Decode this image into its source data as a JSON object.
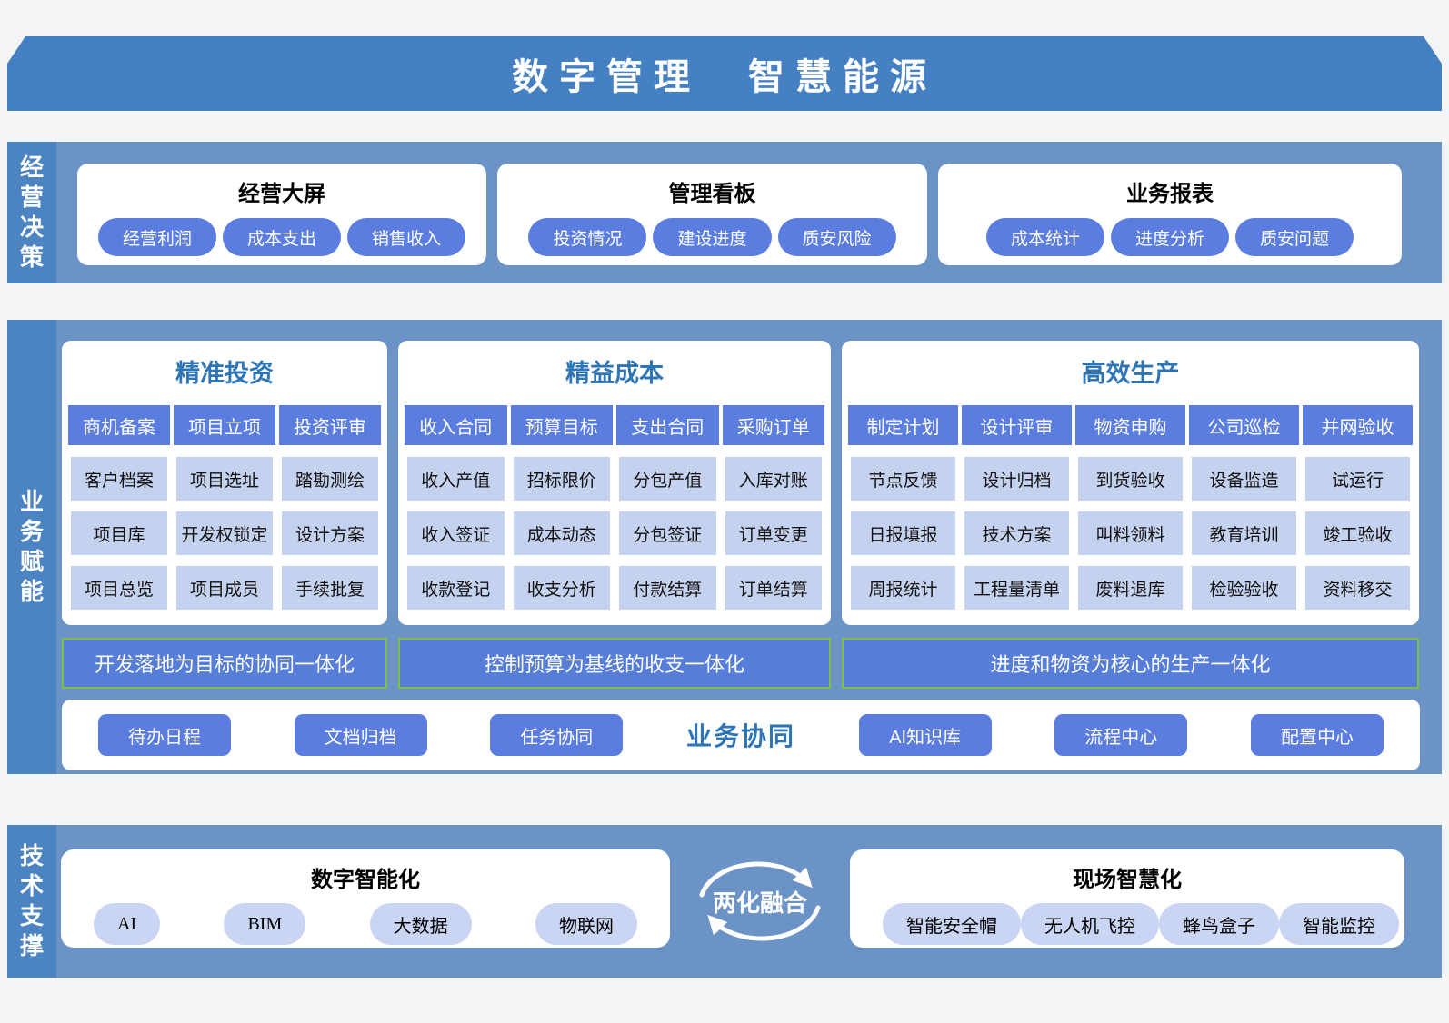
{
  "banner": {
    "title_left": "数字管理",
    "title_right": "智慧能源"
  },
  "decision_row": {
    "label": "经营决策",
    "cards": [
      {
        "title": "经营大屏",
        "pills": [
          "经营利润",
          "成本支出",
          "销售收入"
        ]
      },
      {
        "title": "管理看板",
        "pills": [
          "投资情况",
          "建设进度",
          "质安风险"
        ]
      },
      {
        "title": "业务报表",
        "pills": [
          "成本统计",
          "进度分析",
          "质安问题"
        ]
      }
    ]
  },
  "business_row": {
    "label": "业务赋能",
    "cards": [
      {
        "title": "精准投资",
        "headers": [
          "商机备案",
          "项目立项",
          "投资评审"
        ],
        "rows": [
          [
            "客户档案",
            "项目选址",
            "踏勘测绘"
          ],
          [
            "项目库",
            "开发权锁定",
            "设计方案"
          ],
          [
            "项目总览",
            "项目成员",
            "手续批复"
          ]
        ],
        "banner": "开发落地为目标的协同一体化"
      },
      {
        "title": "精益成本",
        "headers": [
          "收入合同",
          "预算目标",
          "支出合同",
          "采购订单"
        ],
        "rows": [
          [
            "收入产值",
            "招标限价",
            "分包产值",
            "入库对账"
          ],
          [
            "收入签证",
            "成本动态",
            "分包签证",
            "订单变更"
          ],
          [
            "收款登记",
            "收支分析",
            "付款结算",
            "订单结算"
          ]
        ],
        "banner": "控制预算为基线的收支一体化"
      },
      {
        "title": "高效生产",
        "headers": [
          "制定计划",
          "设计评审",
          "物资申购",
          "公司巡检",
          "并网验收"
        ],
        "rows": [
          [
            "节点反馈",
            "设计归档",
            "到货验收",
            "设备监造",
            "试运行"
          ],
          [
            "日报填报",
            "技术方案",
            "叫料领料",
            "教育培训",
            "竣工验收"
          ],
          [
            "周报统计",
            "工程量清单",
            "废料退库",
            "检验验收",
            "资料移交"
          ]
        ],
        "banner": "进度和物资为核心的生产一体化"
      }
    ],
    "collab": {
      "label": "业务协同",
      "left_buttons": [
        "待办日程",
        "文档归档",
        "任务协同"
      ],
      "right_buttons": [
        "AI知识库",
        "流程中心",
        "配置中心"
      ]
    }
  },
  "tech_row": {
    "label": "技术支撑",
    "fusion_label": "两化融合",
    "cards": [
      {
        "title": "数字智能化",
        "pills": [
          "AI",
          "BIM",
          "大数据",
          "物联网"
        ]
      },
      {
        "title": "现场智慧化",
        "pills": [
          "智能安全帽",
          "无人机飞控",
          "蜂鸟盒子",
          "智能监控"
        ]
      }
    ]
  },
  "colors": {
    "banner_blue": "#4580c2",
    "band_blue": "#6b93c6",
    "label_strip_blue": "#4c84c2",
    "button_blue": "#5b7de0",
    "integration_bar_blue": "#567dd8",
    "light_cell_blue": "#c5d2ef",
    "light_pill_blue": "#c9d5f3",
    "green_border": "#7fbf3f",
    "title_text_blue": "#2e75b6"
  }
}
